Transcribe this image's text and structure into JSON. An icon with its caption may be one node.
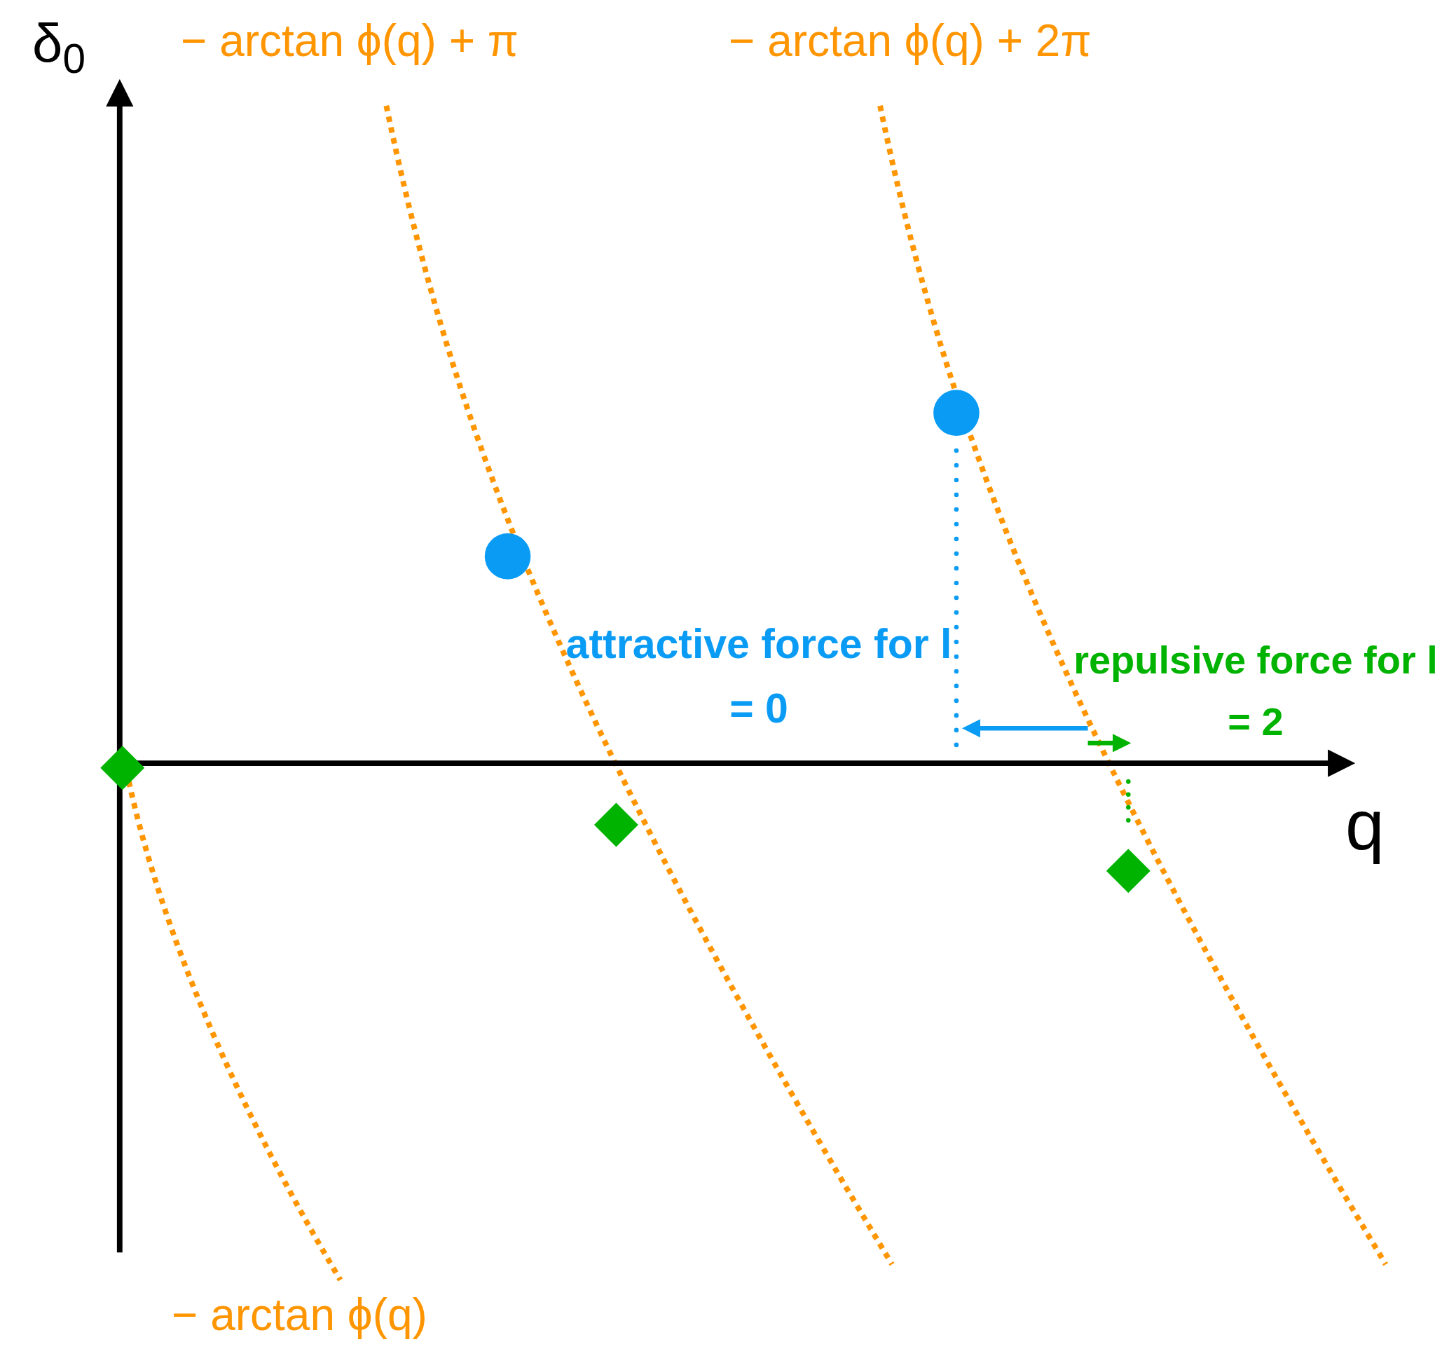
{
  "diagram": {
    "labels": [
      "δ$_{0}$",
      "− arctan ϕ(q) + π",
      "− arctan ϕ(q) + 2π",
      "attractive force for l = 0",
      "repulsive force for l = 2",
      "q",
      "− arctan ϕ(q)"
    ]
  }
}
